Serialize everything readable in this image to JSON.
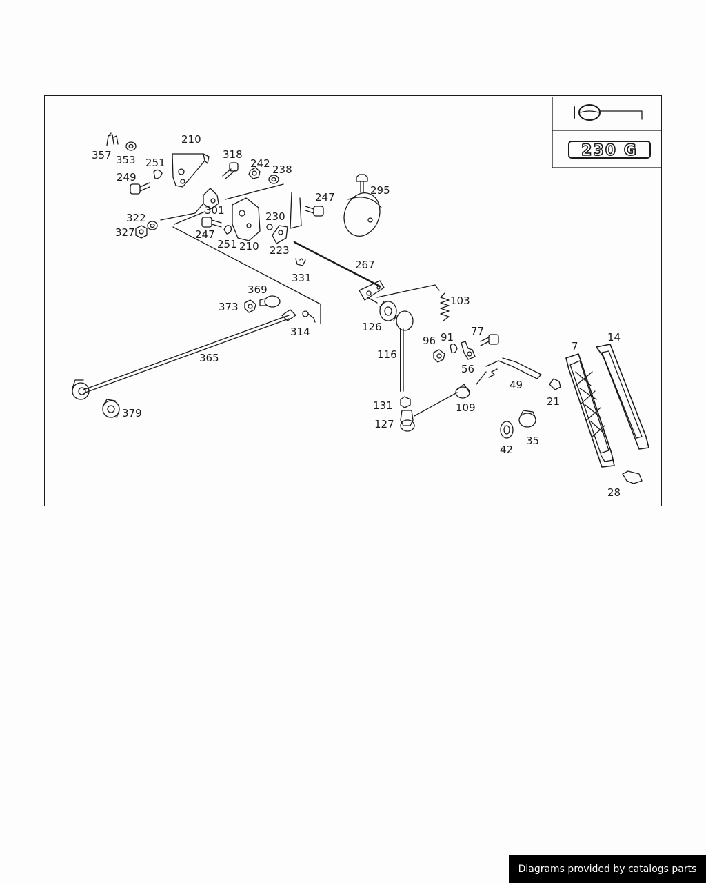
{
  "badge": {
    "model": "230 G"
  },
  "parts": [
    {
      "id": "p357",
      "label": "357"
    },
    {
      "id": "p353",
      "label": "353"
    },
    {
      "id": "p210a",
      "label": "210"
    },
    {
      "id": "p251a",
      "label": "251"
    },
    {
      "id": "p249",
      "label": "249"
    },
    {
      "id": "p318",
      "label": "318"
    },
    {
      "id": "p242",
      "label": "242"
    },
    {
      "id": "p238",
      "label": "238"
    },
    {
      "id": "p295",
      "label": "295"
    },
    {
      "id": "p247a",
      "label": "247"
    },
    {
      "id": "p301",
      "label": "301"
    },
    {
      "id": "p322",
      "label": "322"
    },
    {
      "id": "p327",
      "label": "327"
    },
    {
      "id": "p230",
      "label": "230"
    },
    {
      "id": "p247b",
      "label": "247"
    },
    {
      "id": "p251b",
      "label": "251"
    },
    {
      "id": "p210b",
      "label": "210"
    },
    {
      "id": "p223",
      "label": "223"
    },
    {
      "id": "p267",
      "label": "267"
    },
    {
      "id": "p331",
      "label": "331"
    },
    {
      "id": "p369",
      "label": "369"
    },
    {
      "id": "p373",
      "label": "373"
    },
    {
      "id": "p103",
      "label": "103"
    },
    {
      "id": "p126",
      "label": "126"
    },
    {
      "id": "p314",
      "label": "314"
    },
    {
      "id": "p365",
      "label": "365"
    },
    {
      "id": "p116",
      "label": "116"
    },
    {
      "id": "p77",
      "label": "77"
    },
    {
      "id": "p96",
      "label": "96"
    },
    {
      "id": "p91",
      "label": "91"
    },
    {
      "id": "p7",
      "label": "7"
    },
    {
      "id": "p14",
      "label": "14"
    },
    {
      "id": "p56",
      "label": "56"
    },
    {
      "id": "p49",
      "label": "49"
    },
    {
      "id": "p21",
      "label": "21"
    },
    {
      "id": "p131",
      "label": "131"
    },
    {
      "id": "p109",
      "label": "109"
    },
    {
      "id": "p379",
      "label": "379"
    },
    {
      "id": "p127",
      "label": "127"
    },
    {
      "id": "p35",
      "label": "35"
    },
    {
      "id": "p42",
      "label": "42"
    },
    {
      "id": "p28",
      "label": "28"
    }
  ],
  "footer": {
    "credit": "Diagrams provided by catalogs parts"
  }
}
